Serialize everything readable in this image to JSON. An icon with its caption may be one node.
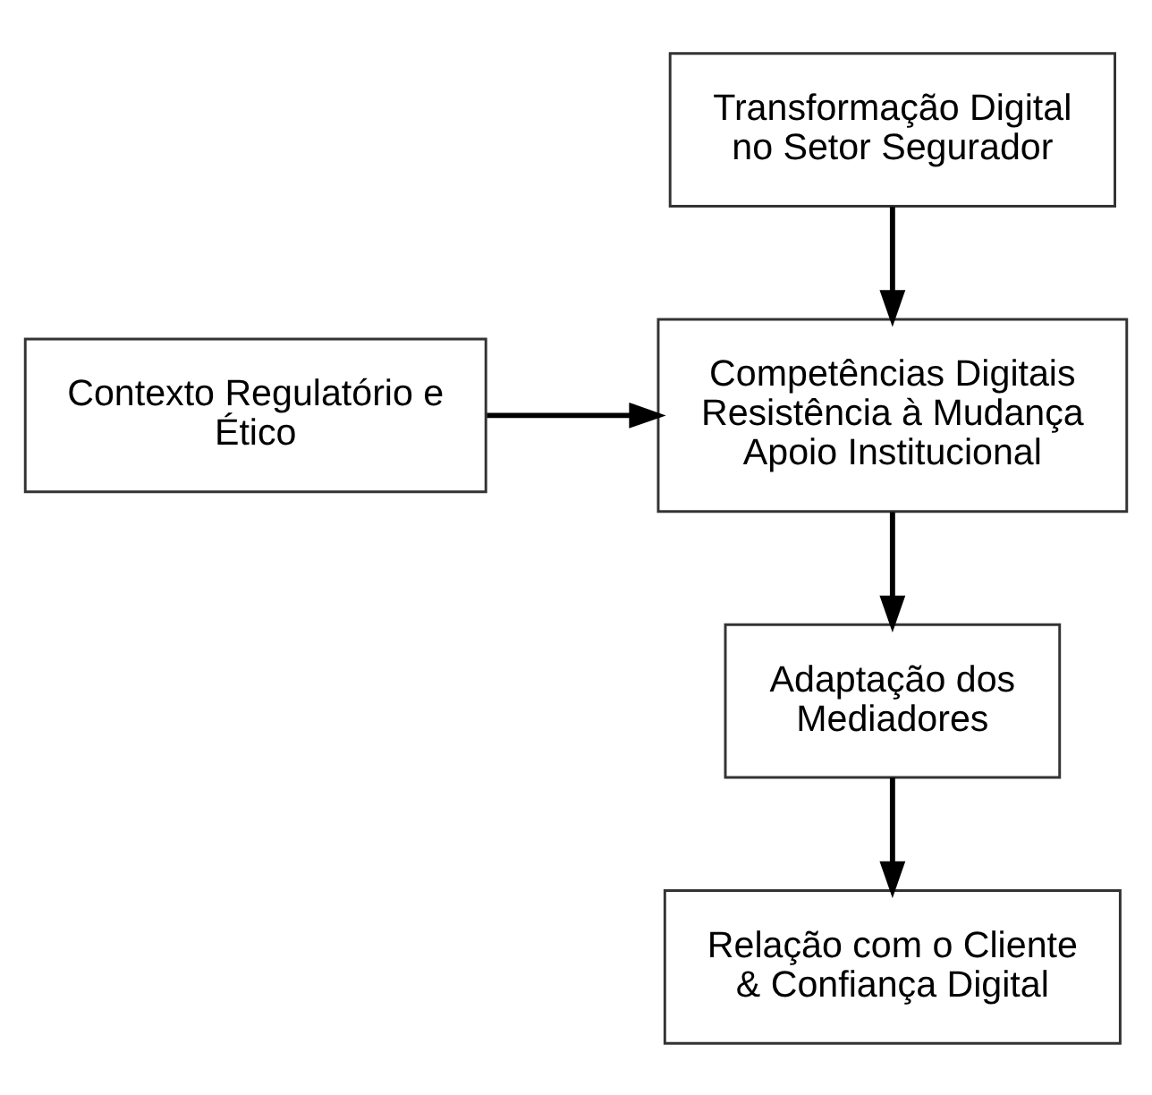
{
  "diagram": {
    "nodes": [
      {
        "text": [
          "Transformação Digital no Setor Segurador"
        ]
      },
      {
        "text": [
          "Contexto Regulatório e Ético"
        ]
      },
      {
        "text": [
          "Competências Digitais Resistência à Mudança Apoio Institucional"
        ]
      },
      {
        "text": [
          "Adaptação dos Mediadores"
        ]
      },
      {
        "text": [
          "Relação com o Cliente & Confiança Digital"
        ]
      }
    ],
    "edges": [
      {
        "from": 0,
        "to": 2,
        "arrow": "to"
      },
      {
        "from": 1,
        "to": 2,
        "arrow": "to"
      },
      {
        "from": 2,
        "to": 3,
        "arrow": "to"
      },
      {
        "from": 3,
        "to": 4,
        "arrow": "to"
      }
    ]
  }
}
